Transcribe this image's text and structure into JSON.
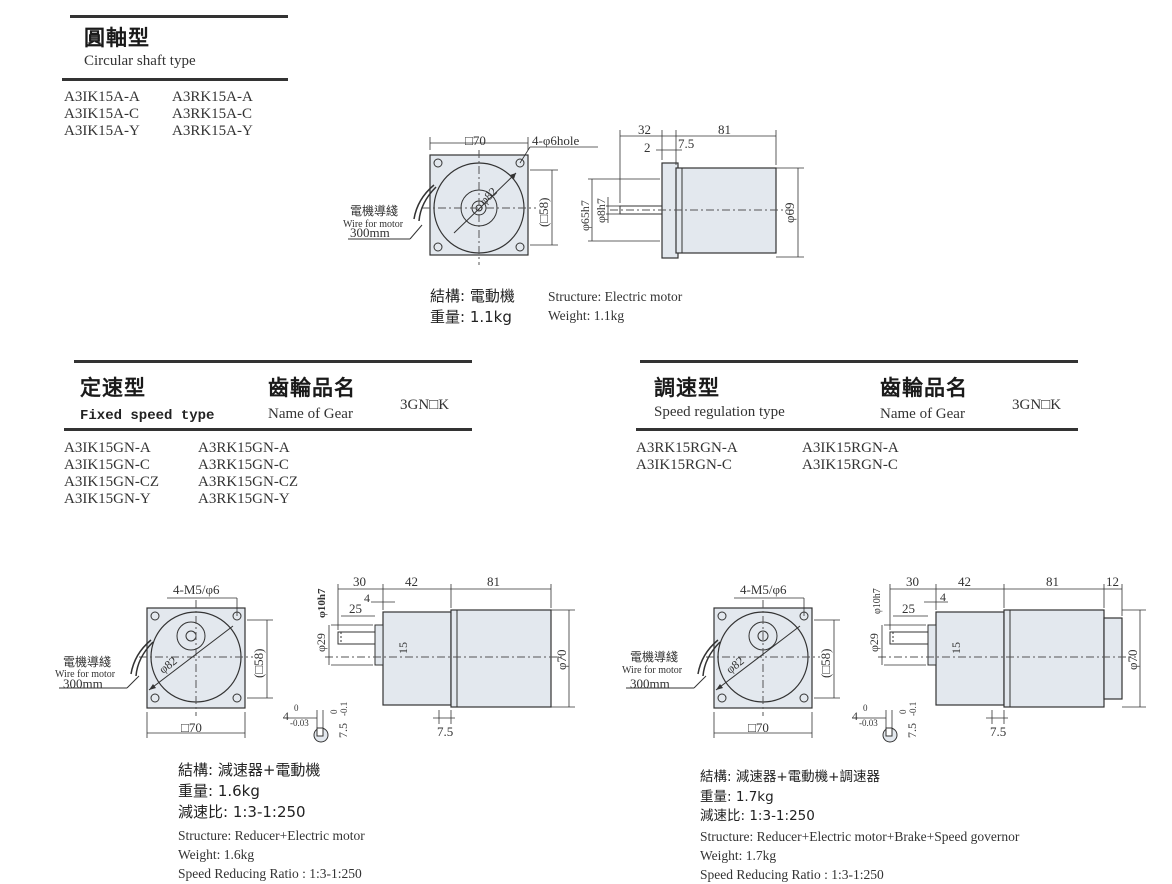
{
  "circular": {
    "title_cn": "圓軸型",
    "title_en": "Circular shaft type",
    "models_col1": [
      "A3IK15A-A",
      "A3IK15A-C",
      "A3IK15A-Y"
    ],
    "models_col2": [
      "A3RK15A-A",
      "A3RK15A-C",
      "A3RK15A-Y"
    ],
    "spec_cn": [
      "結構: 電動機",
      "重量: 1.1kg"
    ],
    "spec_en": [
      "Structure: Electric motor",
      "Weight: 1.1kg"
    ],
    "drawing": {
      "square": "□70",
      "holes": "4-φ6hole",
      "dia82": "φ82",
      "inner": "(□58)",
      "wire_cn": "電機導綫",
      "wire_en": "Wire for motor",
      "wire_len": "300mm",
      "d32": "32",
      "d81": "81",
      "d2": "2",
      "d75": "7.5",
      "d65": "φ65h7",
      "d8": "φ8h7",
      "d69": "φ69"
    }
  },
  "fixed": {
    "title_cn": "定速型",
    "title_en": "Fixed speed type",
    "gear_cn": "齒輪品名",
    "gear_en": "Name of Gear",
    "gear_code": "3GN□K",
    "models_col1": [
      "A3IK15GN-A",
      "A3IK15GN-C",
      "A3IK15GN-CZ",
      "A3IK15GN-Y"
    ],
    "models_col2": [
      "A3RK15GN-A",
      "A3RK15GN-C",
      "A3RK15GN-CZ",
      "A3RK15GN-Y"
    ],
    "spec_cn": [
      "結構: 減速器+電動機",
      "重量: 1.6kg",
      "減速比: 1:3-1:250"
    ],
    "spec_en": [
      "Structure: Reducer+Electric motor",
      "Weight: 1.6kg",
      "Speed Reducing Ratio : 1:3-1:250"
    ],
    "drawing": {
      "holes": "4-M5/φ6",
      "dia82": "φ82",
      "inner": "(□58)",
      "square": "□70",
      "wire_cn": "電機導綫",
      "wire_en": "Wire for motor",
      "wire_len": "300mm",
      "d10": "φ10h7",
      "d30": "30",
      "d42": "42",
      "d81": "81",
      "d4": "4",
      "d25": "25",
      "d29": "φ29",
      "d15": "15",
      "d70": "φ70",
      "d75": "7.5",
      "key_w": "4",
      "key_w_tol": "0",
      "key_w_tol2": "-0.03",
      "key_h": "7.5",
      "key_h_tol": "0",
      "key_h_tol2": "-0.1"
    }
  },
  "regulation": {
    "title_cn": "調速型",
    "title_en": "Speed regulation type",
    "gear_cn": "齒輪品名",
    "gear_en": "Name of Gear",
    "gear_code": "3GN□K",
    "models_col1": [
      "A3RK15RGN-A",
      "A3IK15RGN-C"
    ],
    "models_col2": [
      "A3IK15RGN-A",
      "A3IK15RGN-C"
    ],
    "spec_cn": [
      "結構: 減速器+電動機+調速器",
      "重量: 1.7kg",
      "減速比: 1:3-1:250"
    ],
    "spec_en": [
      "Structure: Reducer+Electric motor+Brake+Speed governor",
      "Weight: 1.7kg",
      "Speed Reducing Ratio : 1:3-1:250"
    ],
    "drawing": {
      "holes": "4-M5/φ6",
      "dia82": "φ82",
      "inner": "(□58)",
      "square": "□70",
      "wire_cn": "電機導綫",
      "wire_en": "Wire for motor",
      "wire_len": "300mm",
      "d10": "φ10h7",
      "d30": "30",
      "d42": "42",
      "d81": "81",
      "d12": "12",
      "d4": "4",
      "d25": "25",
      "d29": "φ29",
      "d15": "15",
      "d70": "φ70",
      "d75": "7.5",
      "key_w": "4",
      "key_w_tol": "0",
      "key_w_tol2": "-0.03",
      "key_h": "7.5",
      "key_h_tol": "0",
      "key_h_tol2": "-0.1"
    }
  },
  "colors": {
    "rule": "#333333",
    "body_fill": "#e3e8ee",
    "line": "#333333"
  }
}
